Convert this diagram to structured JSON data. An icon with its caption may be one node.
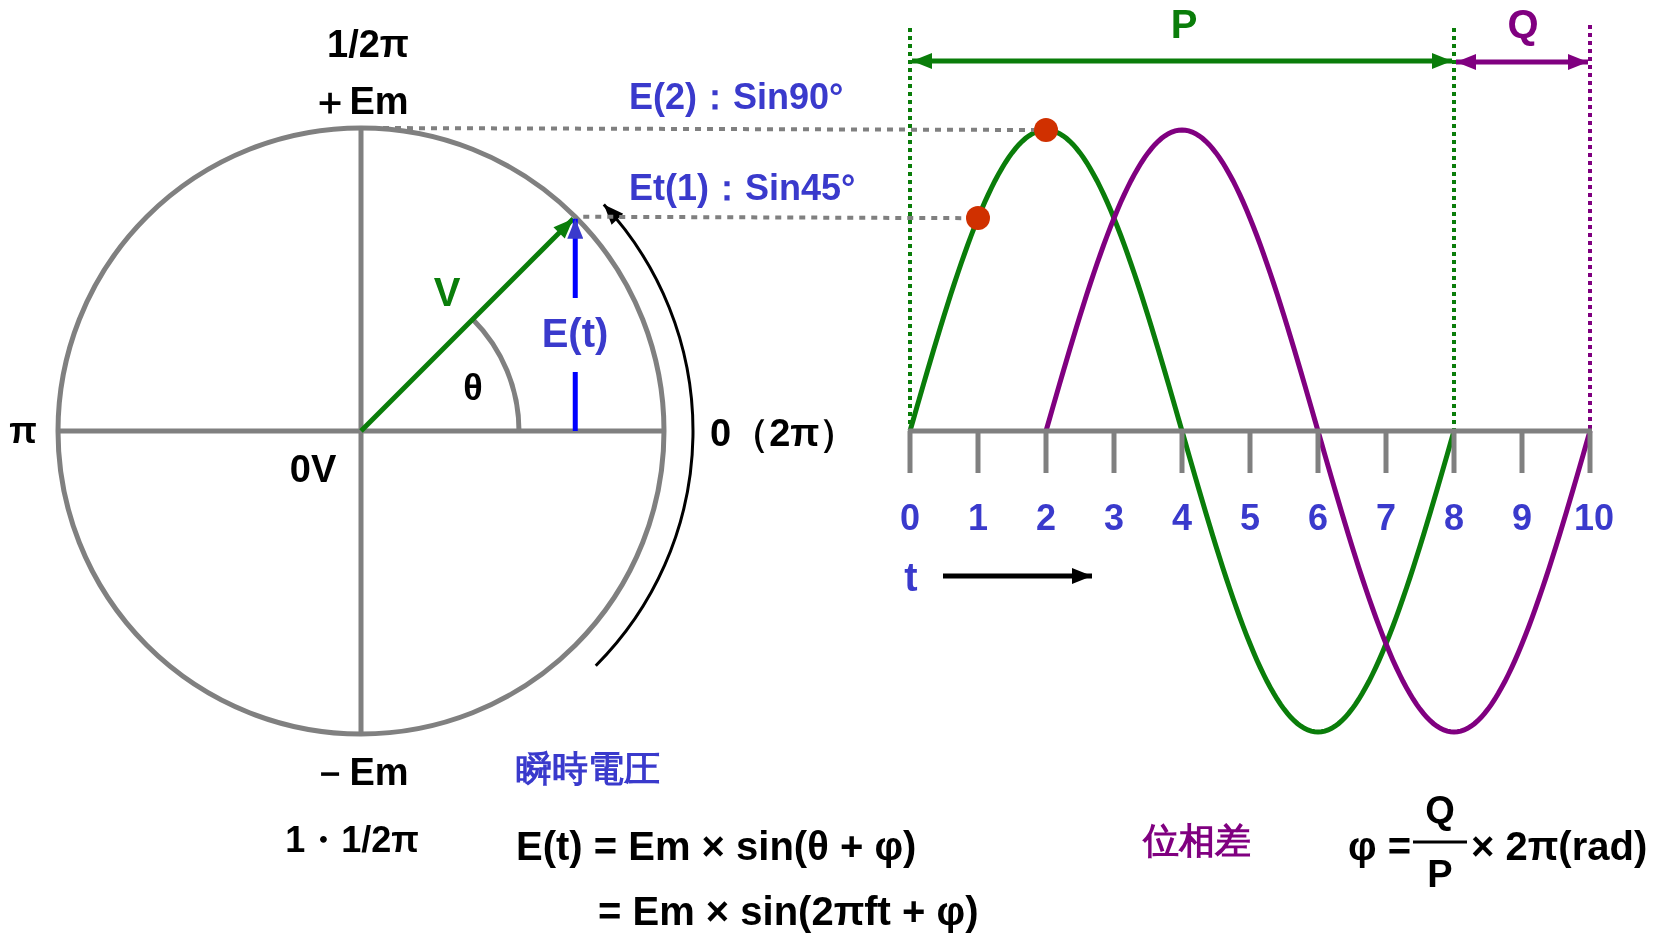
{
  "diagram": {
    "nodes": [
      {
        "text": [],
        "shape": "circle"
      },
      {
        "text": [],
        "shape": "circle"
      }
    ],
    "edges": [
      {
        "from": null,
        "to": 0,
        "arrow": "none",
        "style": "dashed"
      },
      {
        "from": null,
        "to": 1,
        "arrow": "none",
        "style": "dashed"
      }
    ],
    "labels": [
      "1/2π",
      "P",
      "Q",
      "＋Em",
      "E(2)：Sin90°",
      "Et(1)：Sin45°",
      "V",
      "E(t)",
      "θ",
      "π",
      "0（2π）",
      "0V",
      "0",
      "1",
      "2",
      "3",
      "4",
      "5",
      "6",
      "7",
      "8",
      "9",
      "10",
      "t",
      "－Em",
      "瞬時電圧",
      "1・1/2π",
      "E(t) = Em × sin(θ + φ)",
      "位相差",
      "φ =",
      "Q",
      "× 2π(rad)",
      "P",
      "= Em × sin(2πft + φ)"
    ]
  }
}
